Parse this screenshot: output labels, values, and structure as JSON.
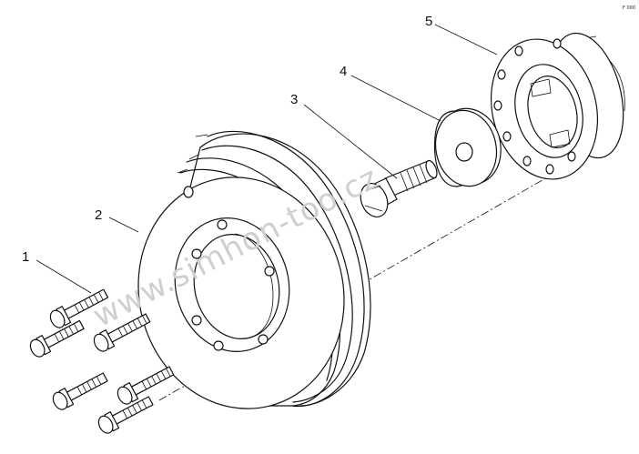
{
  "diagram": {
    "callouts": [
      {
        "id": "bolts",
        "label": "1"
      },
      {
        "id": "pulley",
        "label": "2"
      },
      {
        "id": "center-bolt",
        "label": "3"
      },
      {
        "id": "washer",
        "label": "4"
      },
      {
        "id": "hub",
        "label": "5"
      }
    ],
    "watermark": "www.simhon-too.cz",
    "corner_mark": "F 000"
  }
}
